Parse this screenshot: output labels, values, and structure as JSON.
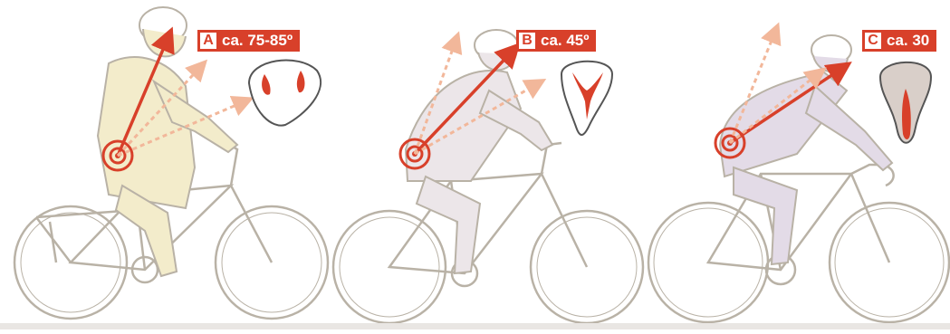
{
  "colors": {
    "accent": "#d8402a",
    "arrow_light": "#f2b79a",
    "line": "#b9b2a6",
    "rider_a_fill": "#f3eccb",
    "rider_b_fill": "#ece6e9",
    "rider_c_fill": "#e3dbe7"
  },
  "panels": [
    {
      "letter": "A",
      "angle_label": "ca. 75-85º",
      "saddle_icon": "saddle-wide-icon"
    },
    {
      "letter": "B",
      "angle_label": "ca. 45º",
      "saddle_icon": "saddle-medium-icon"
    },
    {
      "letter": "C",
      "angle_label": "ca. 30",
      "saddle_icon": "saddle-narrow-icon"
    }
  ]
}
